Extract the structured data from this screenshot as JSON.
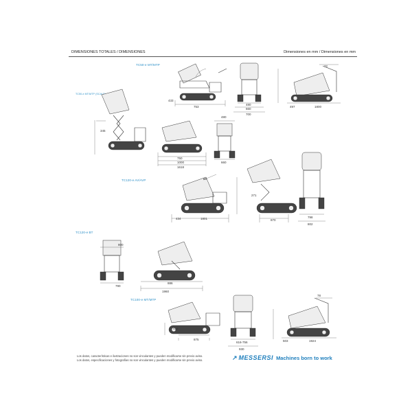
{
  "header": {
    "left": "DIMENSIONES TOTALES / DIMENSIONES",
    "right": "Dimensiones en mm / Dimensiones en mm"
  },
  "models": [
    {
      "label": "TC50-e MT/MTP"
    },
    {
      "label": "TC50-e MT/MTP (SCALE)"
    },
    {
      "label": "TC120-e AV/AVP"
    },
    {
      "label": "TC120-e BT"
    },
    {
      "label": "TC100-e MT/MTP"
    }
  ],
  "dims": {
    "a1": "433",
    "a2": "753",
    "a3": "480",
    "a4": "660",
    "a5": "700",
    "a6": "497",
    "a7": "1800",
    "a8": "72",
    "b1": "345",
    "b2": "480",
    "b3": "660",
    "b4": "750",
    "b5": "1000",
    "b6": "1618",
    "c1": "80",
    "c2": "434",
    "c3": "1801",
    "c4": "870",
    "c5": "798",
    "c6": "802",
    "c7": "271",
    "d1": "800",
    "d2": "790",
    "d3": "886",
    "d4": "1960",
    "e1": "452",
    "e2": "875",
    "e3": "503",
    "e4": "1924",
    "e5": "78",
    "e6": "616-756",
    "e7": "930"
  },
  "footer": {
    "line1": "Los datos, características e ilustraciones no son vinculantes y pueden modificarse sin previo aviso.",
    "line2": "Los datos, especificaciones y fotografías no son vinculantes y pueden modificarse sin previo aviso."
  },
  "brand": {
    "name": "MESSERSI",
    "tagline": "Machines born to work",
    "color": "#1f7fbd"
  }
}
